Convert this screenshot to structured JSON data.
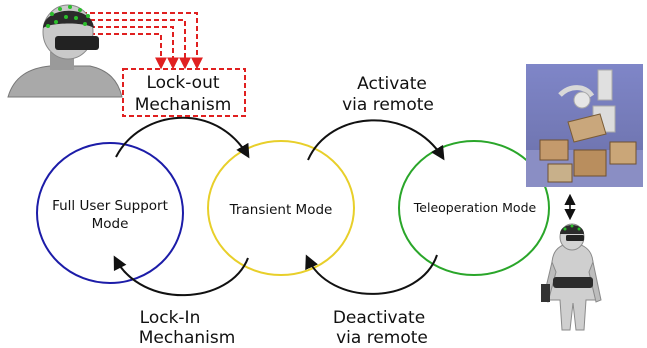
{
  "modes": [
    {
      "line1": "Full User Support",
      "line2": "Mode",
      "color": "#1c1ca8"
    },
    {
      "line1": "Transient Mode",
      "color": "#e8cf2a"
    },
    {
      "line1": "Teleoperation Mode",
      "color": "#2aa62a"
    }
  ],
  "labels": {
    "lockout": [
      "Lock-out",
      "Mechanism"
    ],
    "activate": [
      "Activate",
      "via remote"
    ],
    "lockin": [
      "Lock-In",
      "Mechanism"
    ],
    "deactivate": [
      "Deactivate",
      "via remote"
    ]
  },
  "colors": {
    "dashed": "#e02020",
    "arrow": "#111111"
  }
}
